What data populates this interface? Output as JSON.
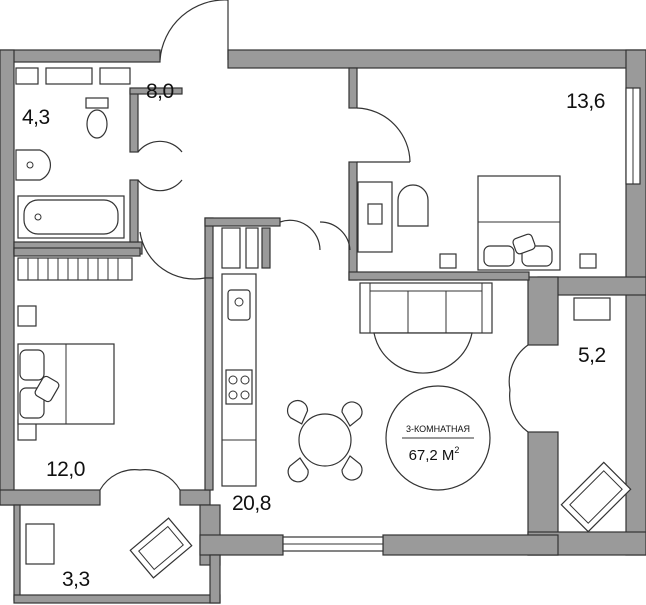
{
  "rooms": {
    "bathroom": "4,3",
    "hallway": "8,0",
    "bedroom_1": "13,6",
    "bedroom_2": "12,0",
    "living_kitchen": "20,8",
    "storage": "5,2",
    "balcony": "3,3"
  },
  "badge": {
    "type": "3-КОМНАТНАЯ",
    "area_value": "67,2 М",
    "area_sup": "2"
  },
  "colors": {
    "wall_fill": "#9a9a9a",
    "line": "#333333",
    "background": "#ffffff"
  }
}
